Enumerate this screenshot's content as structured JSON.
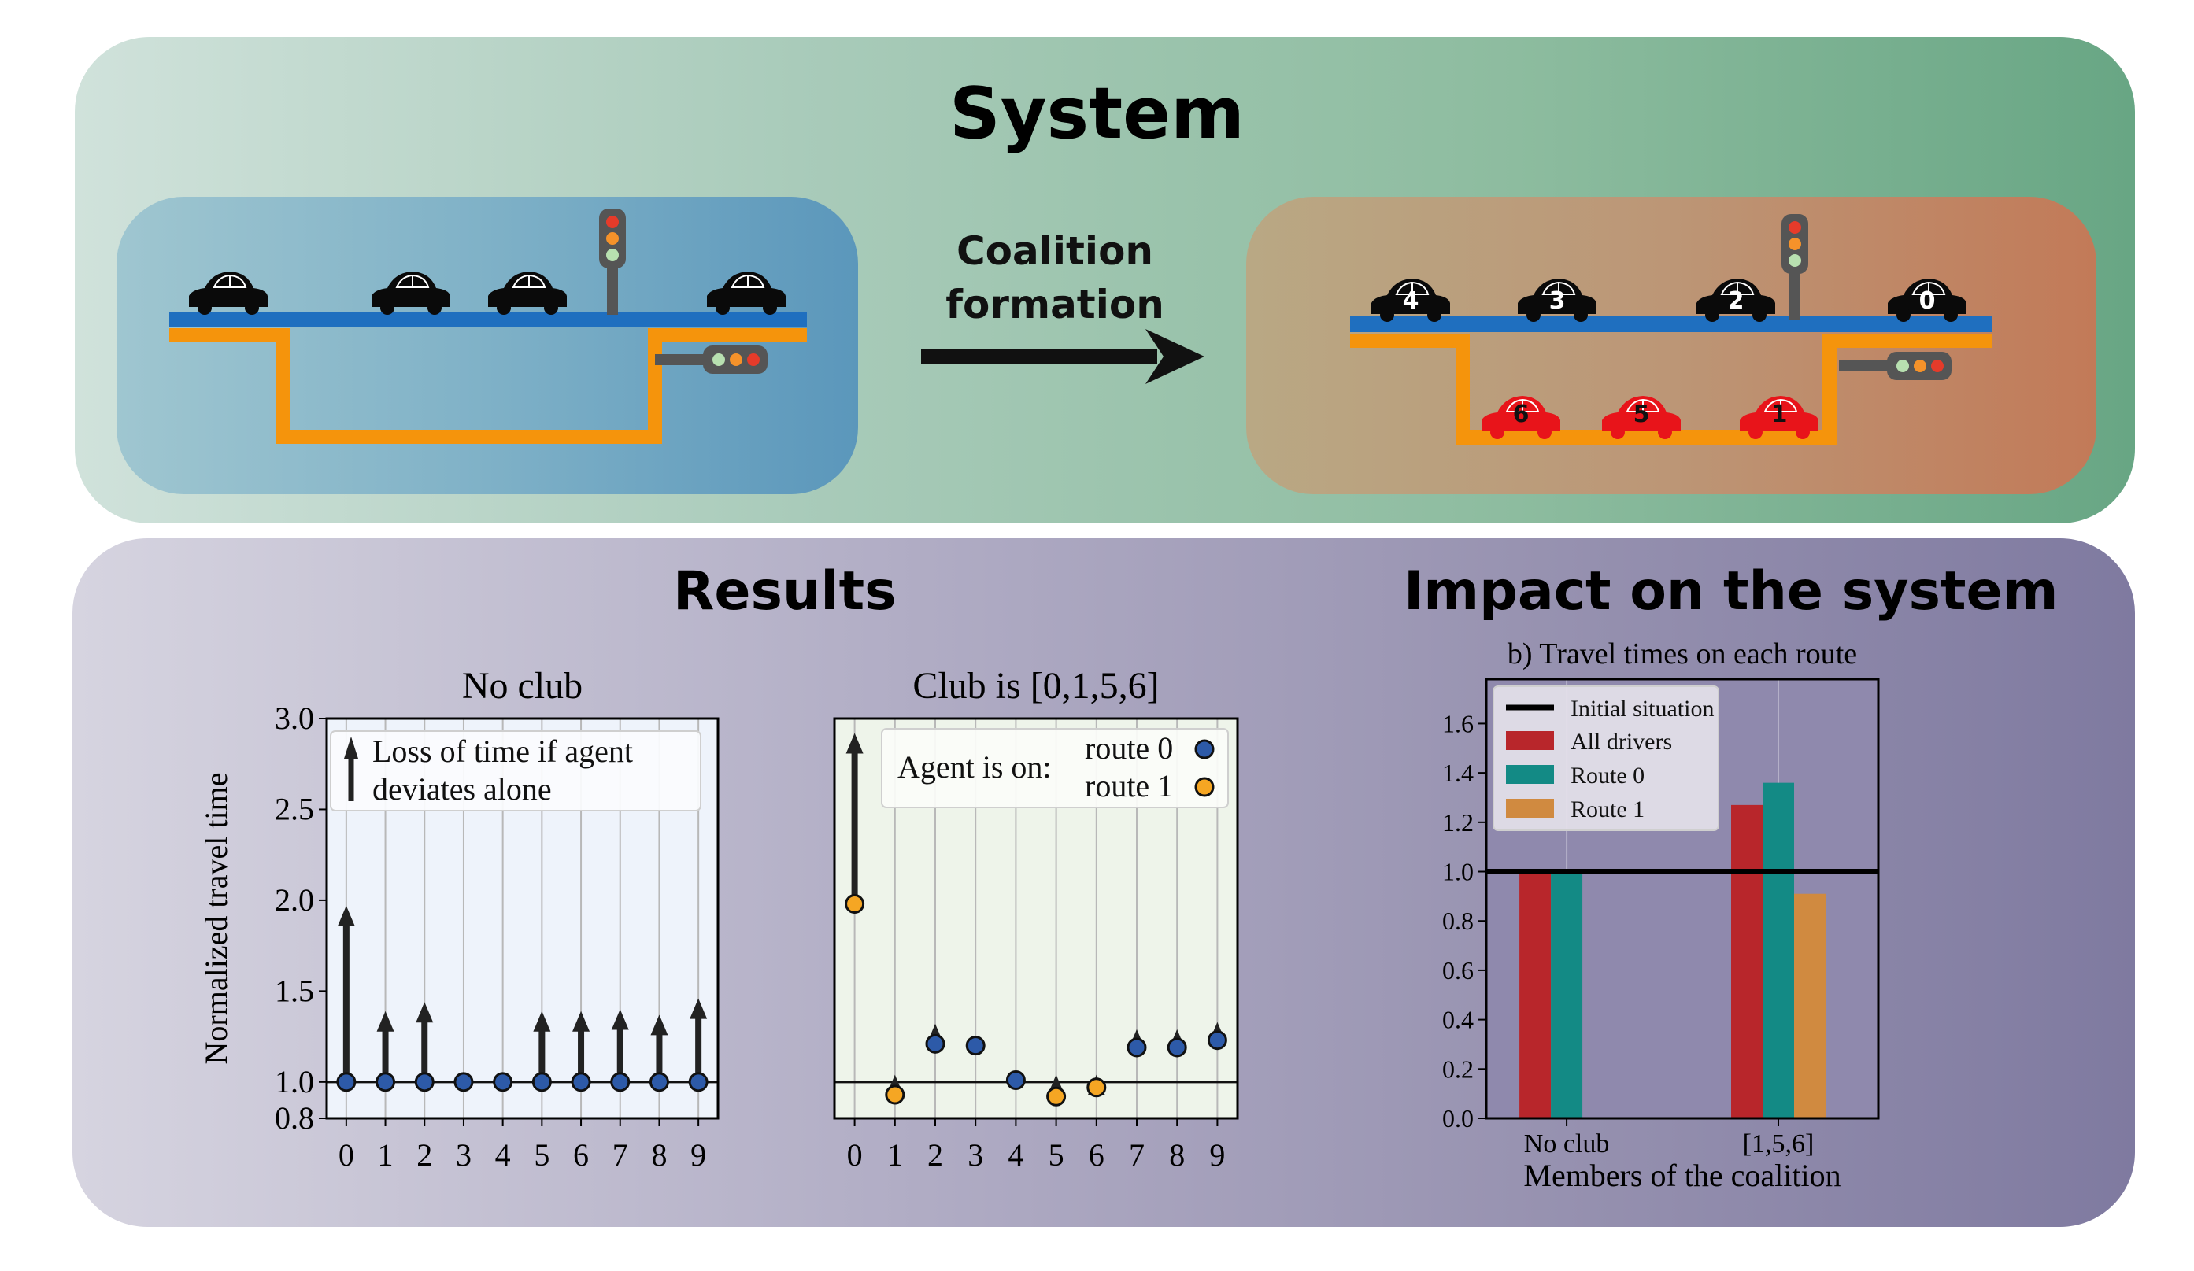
{
  "system": {
    "title": "System",
    "arrow_label_line1": "Coalition",
    "arrow_label_line2": "formation",
    "after_top_road_cars": [
      "4",
      "3",
      "2",
      "0"
    ],
    "after_bottom_road_cars": [
      "6",
      "5",
      "1"
    ],
    "colors": {
      "road_top": "#1f6fbf",
      "road_bottom": "#f5940c",
      "car_top": "#0a0a0a",
      "car_bottom": "#e8141a"
    }
  },
  "results": {
    "title": "Results",
    "ylabel": "Normalized travel time",
    "legend_left": [
      "Loss of time if agent",
      "deviates alone"
    ],
    "legend_right_heading": "Agent is on:",
    "legend_right_entries": [
      "route 0",
      "route 1"
    ]
  },
  "impact": {
    "title": "Impact on the system"
  },
  "chart_data": [
    {
      "type": "scatter",
      "title": "No club",
      "xlabel": "",
      "ylabel": "Normalized travel time",
      "categories": [
        "0",
        "1",
        "2",
        "3",
        "4",
        "5",
        "6",
        "7",
        "8",
        "9"
      ],
      "ylim": [
        0.8,
        3.0
      ],
      "yticks": [
        0.8,
        1.0,
        1.5,
        2.0,
        2.5,
        3.0
      ],
      "ytick_labels": [
        "0.8",
        "1.0",
        "1.5",
        "2.0",
        "2.5",
        "3.0"
      ],
      "baseline": 1.0,
      "points": [
        1.0,
        1.0,
        1.0,
        1.0,
        1.0,
        1.0,
        1.0,
        1.0,
        1.0,
        1.0
      ],
      "point_route": [
        0,
        0,
        0,
        0,
        0,
        0,
        0,
        0,
        0,
        0
      ],
      "arrow_tops": [
        1.97,
        1.39,
        1.44,
        null,
        null,
        1.39,
        1.39,
        1.4,
        1.37,
        1.46
      ],
      "grid": "vertical",
      "legend": "top-right"
    },
    {
      "type": "scatter",
      "title": "Club is [0,1,5,6]",
      "xlabel": "",
      "ylabel": "",
      "categories": [
        "0",
        "1",
        "2",
        "3",
        "4",
        "5",
        "6",
        "7",
        "8",
        "9"
      ],
      "ylim": [
        0.8,
        3.0
      ],
      "baseline": 1.0,
      "points": [
        1.98,
        0.93,
        1.21,
        1.2,
        1.01,
        0.92,
        0.97,
        1.19,
        1.19,
        1.23
      ],
      "point_route": [
        1,
        1,
        0,
        0,
        0,
        1,
        1,
        0,
        0,
        0
      ],
      "arrow_tops": [
        2.92,
        1.04,
        1.32,
        null,
        null,
        1.04,
        1.04,
        1.29,
        1.29,
        1.33
      ],
      "grid": "vertical",
      "legend": "top-right"
    },
    {
      "type": "bar",
      "title": "b) Travel times on each route",
      "xlabel": "Members of the coalition",
      "ylabel": "",
      "categories": [
        "No club",
        "[1,5,6]"
      ],
      "series": [
        {
          "name": "All drivers",
          "values": [
            1.0,
            1.27
          ],
          "color": "#b8262b"
        },
        {
          "name": "Route 0",
          "values": [
            1.0,
            1.36
          ],
          "color": "#138a85"
        },
        {
          "name": "Route 1",
          "values": [
            null,
            0.91
          ],
          "color": "#d08a40"
        }
      ],
      "reference_line": {
        "name": "Initial situation",
        "value": 1.0
      },
      "ylim": [
        0.0,
        1.78
      ],
      "yticks": [
        "0.0",
        "0.2",
        "0.4",
        "0.6",
        "0.8",
        "1.0",
        "1.2",
        "1.4",
        "1.6"
      ],
      "grid": "vertical",
      "legend": "top-left"
    }
  ]
}
